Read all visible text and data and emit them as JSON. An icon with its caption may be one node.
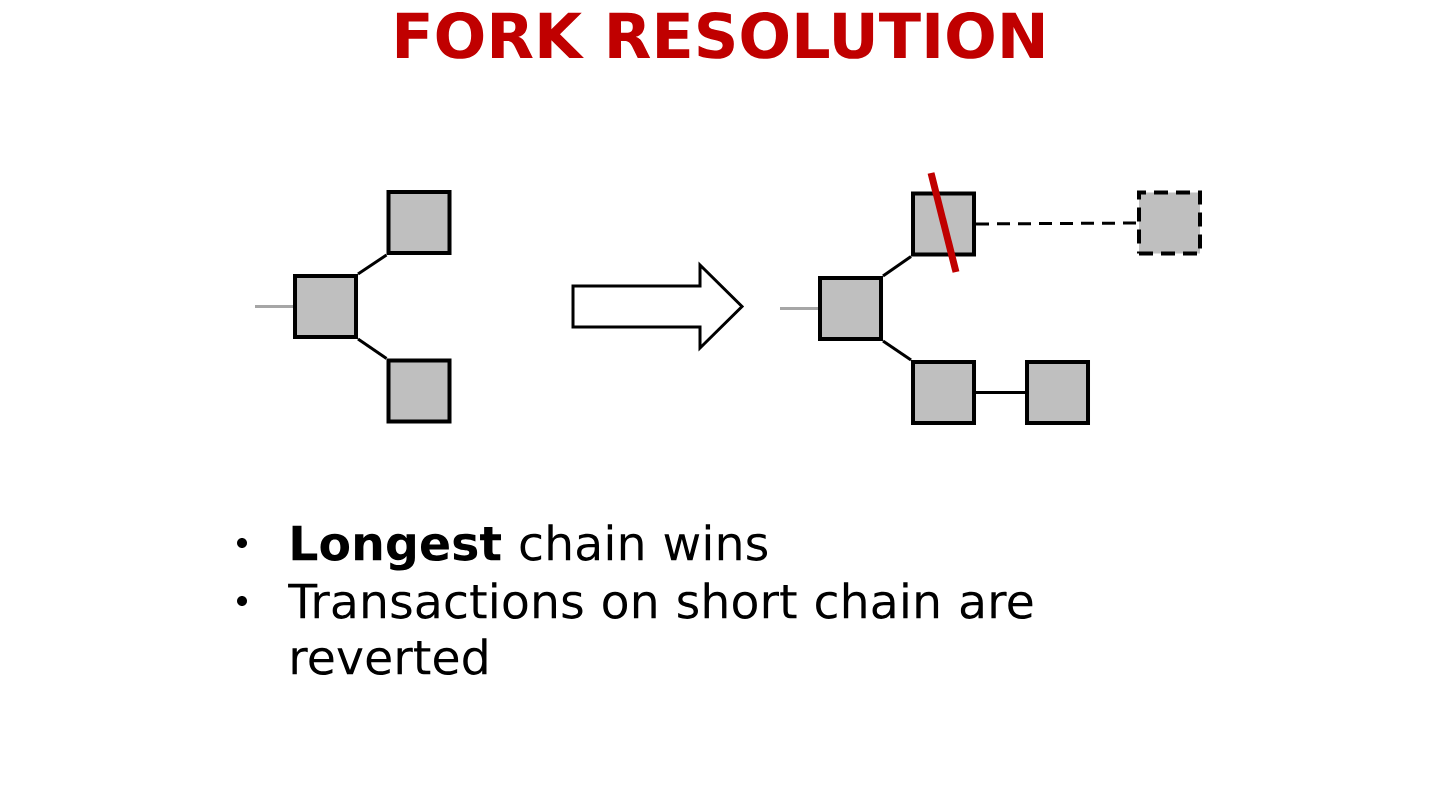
{
  "diagram": {
    "title": "FORK RESOLUTION",
    "nodes": [
      {
        "text": [],
        "shape": "box"
      },
      {
        "text": [],
        "shape": "box"
      },
      {
        "text": [],
        "shape": "box"
      },
      {
        "text": [],
        "shape": "box"
      },
      {
        "text": [],
        "shape": "box"
      },
      {
        "text": [],
        "shape": "box"
      },
      {
        "text": [],
        "shape": "box"
      },
      {
        "text": [],
        "shape": "box"
      }
    ],
    "edges": [
      {
        "from": null,
        "to": 0,
        "arrow": "none",
        "color": "#a6a6a6"
      },
      {
        "from": 0,
        "to": 1,
        "arrow": "none"
      },
      {
        "from": 0,
        "to": 2,
        "arrow": "none"
      },
      {
        "from": null,
        "to": 3,
        "arrow": "none",
        "color": "#a6a6a6"
      },
      {
        "from": 3,
        "to": 4,
        "arrow": "none"
      },
      {
        "from": 3,
        "to": 5,
        "arrow": "none"
      },
      {
        "from": 4,
        "to": 7,
        "arrow": "none",
        "style": "dashed"
      },
      {
        "from": 5,
        "to": 6,
        "arrow": "none"
      }
    ],
    "labels": [
      "**Longest** chain wins",
      "Transactions on short chain are reverted"
    ]
  }
}
